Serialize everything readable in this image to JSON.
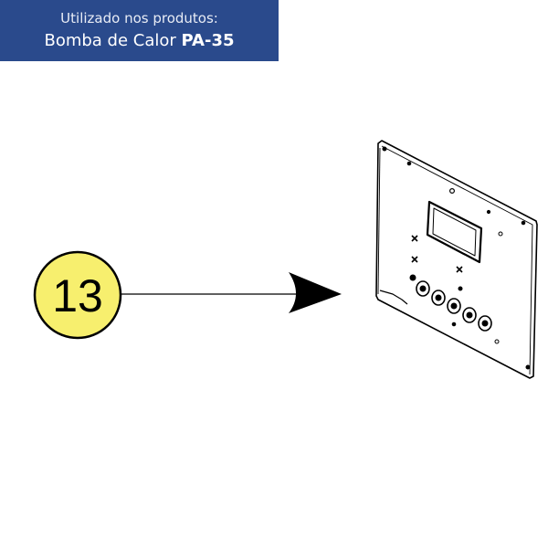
{
  "banner": {
    "line1": "Utilizado nos produtos:",
    "product_name": "Bomba de Calor",
    "product_model": "PA-35",
    "bg_color": "#2a4a8c"
  },
  "callout": {
    "number": "13",
    "fill_color": "#f7ef6e",
    "icon": "arrow-right-icon"
  },
  "part": {
    "icon": "control-panel-plate-icon"
  }
}
